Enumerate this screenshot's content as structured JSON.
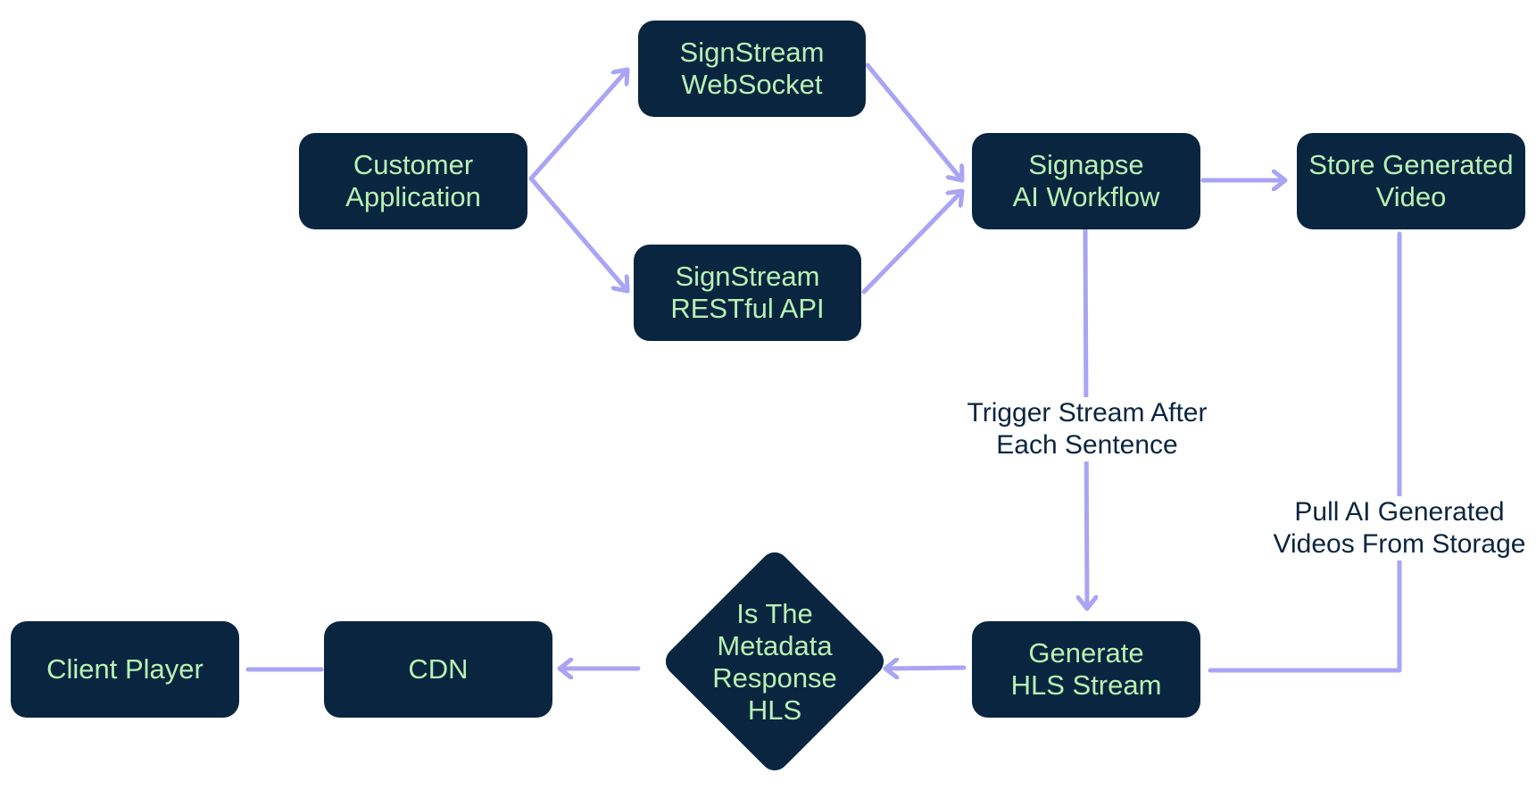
{
  "colors": {
    "node_fill": "#0a2540",
    "node_text": "#b7f2b2",
    "edge": "#a9a4f3",
    "label_text": "#0a2540",
    "background": "#ffffff"
  },
  "nodes": {
    "customer_application": "Customer\nApplication",
    "signstream_websocket": "SignStream\nWebSocket",
    "signstream_restful_api": "SignStream\nRESTful API",
    "signapse_ai_workflow": "Signapse\nAI Workflow",
    "store_generated_video": "Store Generated\nVideo",
    "generate_hls_stream": "Generate\nHLS Stream",
    "is_metadata_response_hls": "Is The\nMetadata\nResponse\nHLS",
    "cdn": "CDN",
    "client_player": "Client Player"
  },
  "edge_labels": {
    "trigger_stream": "Trigger Stream After\nEach Sentence",
    "pull_ai_videos": "Pull AI Generated\nVideos From Storage"
  }
}
